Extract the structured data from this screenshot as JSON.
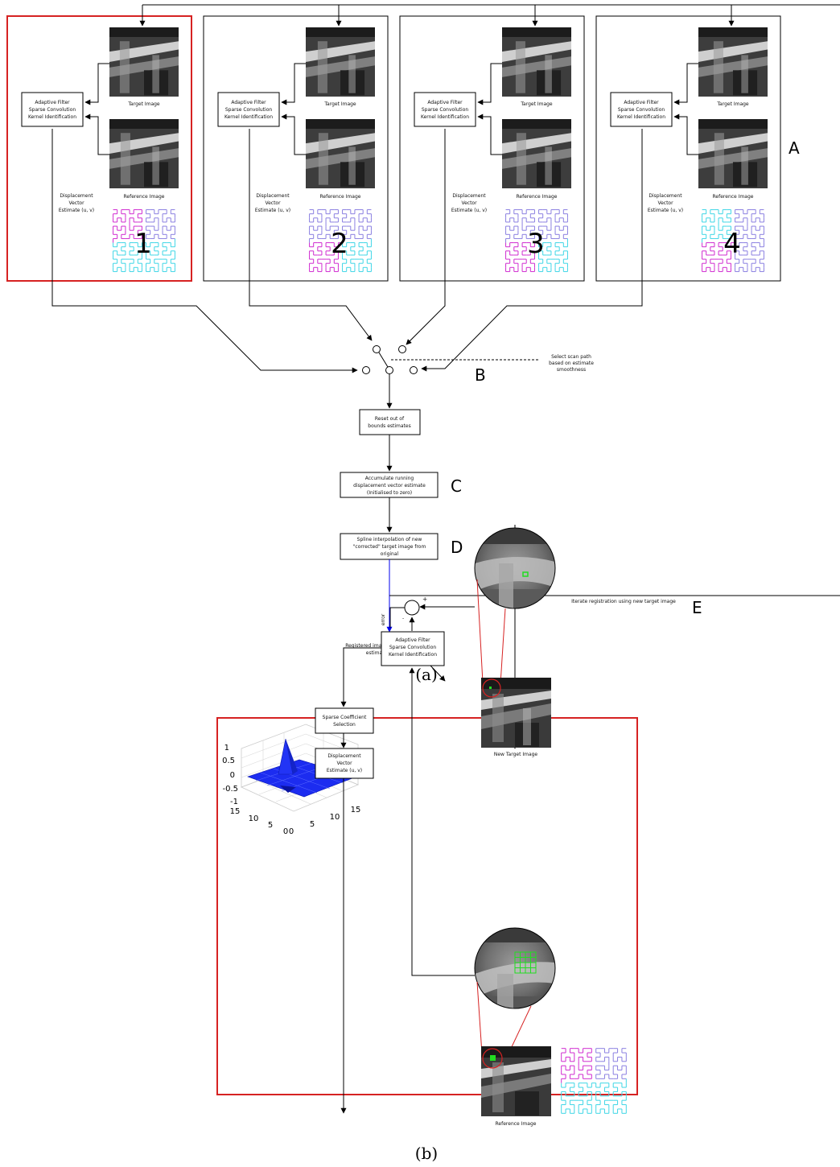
{
  "panel_a": {
    "caption": "(a)",
    "panels": [
      {
        "number": "1",
        "filter_lines": [
          "Adaptive Filter",
          "Sparse Convolution",
          "Kernel Identification"
        ],
        "target_label": "Target Image",
        "reference_label": "Reference Image",
        "displacement_lines": [
          "Displacement",
          "Vector",
          "Estimate (u, v)"
        ],
        "highlighted": true
      },
      {
        "number": "2",
        "filter_lines": [
          "Adaptive Filter",
          "Sparse Convolution",
          "Kernel Identification"
        ],
        "target_label": "Target Image",
        "reference_label": "Reference Image",
        "displacement_lines": [
          "Displacement",
          "Vector",
          "Estimate (u, v)"
        ],
        "highlighted": false
      },
      {
        "number": "3",
        "filter_lines": [
          "Adaptive Filter",
          "Sparse Convolution",
          "Kernel Identification"
        ],
        "target_label": "Target Image",
        "reference_label": "Reference Image",
        "displacement_lines": [
          "Displacement",
          "Vector",
          "Estimate (u, v)"
        ],
        "highlighted": false
      },
      {
        "number": "4",
        "filter_lines": [
          "Adaptive Filter",
          "Sparse Convolution",
          "Kernel Identification"
        ],
        "target_label": "Target Image",
        "reference_label": "Reference Image",
        "displacement_lines": [
          "Displacement",
          "Vector",
          "Estimate (u, v)"
        ],
        "highlighted": false
      }
    ],
    "label_A": "A",
    "label_B": "B",
    "label_C": "C",
    "label_D": "D",
    "label_E": "E",
    "scan_path_note": [
      "Select scan path",
      "based on estimate",
      "smoothness"
    ],
    "reset_box": [
      "Reset out of",
      "bounds estimates"
    ],
    "accumulate_box": [
      "Accumulate running",
      "displacement vector estimate",
      "(Initialised to zero)"
    ],
    "spline_box": [
      "Spline interpolation of new",
      "\"corrected\" target image from",
      "original"
    ],
    "iterate_note": "Iterate registration using new target image",
    "output_label": [
      "Registered image and DM",
      "estimate"
    ]
  },
  "panel_b": {
    "caption": "(b)",
    "filter_lines": [
      "Adaptive Filter",
      "Sparse Convolution",
      "Kernel Identification"
    ],
    "sparse_box": [
      "Sparse Coefficient",
      "Selection"
    ],
    "displacement_box": [
      "Displacement",
      "Vector",
      "Estimate (u, v)"
    ],
    "new_target_label": "New Target Image",
    "reference_label": "Reference Image",
    "error_label": "error",
    "plus_label": "+",
    "minus_label": "-",
    "plot_z_ticks": [
      "1",
      "0.5",
      "0",
      "-0.5",
      "-1"
    ],
    "plot_left_ticks": [
      "15",
      "10",
      "5",
      "0"
    ],
    "plot_right_ticks": [
      "0",
      "5",
      "10",
      "15"
    ]
  },
  "colors": {
    "highlight": "#d62222",
    "arrow_blue": "#0000ee",
    "green": "#22dd22",
    "hilbert_magenta": "#d02bd0",
    "hilbert_cyan": "#3ed6e6",
    "hilbert_purple": "#8a7fe0",
    "surface_blue": "#1c2cf0"
  }
}
